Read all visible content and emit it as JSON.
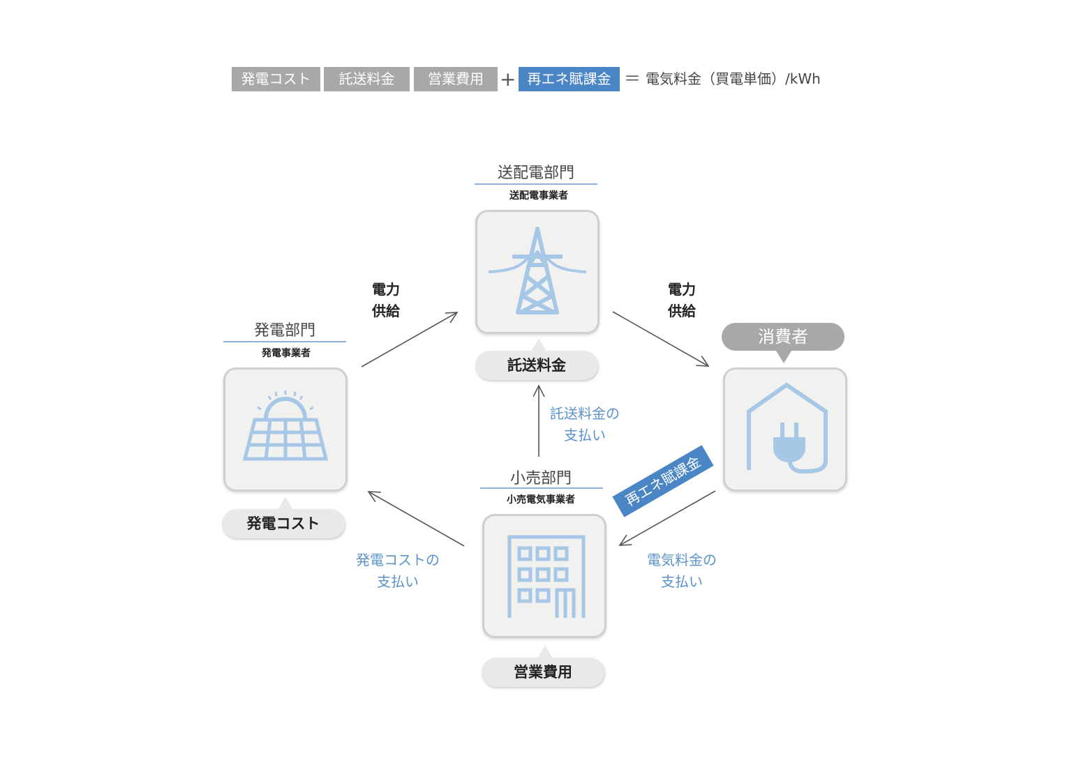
{
  "formula": {
    "terms": [
      "発電コスト",
      "託送料金",
      "営業費用"
    ],
    "plus": "+",
    "surcharge": "再エネ賦課金",
    "equals": "＝",
    "result": "電気料金（買電単価）/kWh"
  },
  "nodes": {
    "transmission": {
      "title": "送配電部門",
      "subtitle": "送配電事業者",
      "cost": "託送料金",
      "icon": "transmission-tower-icon"
    },
    "generation": {
      "title": "発電部門",
      "subtitle": "発電事業者",
      "cost": "発電コスト",
      "icon": "solar-panel-icon"
    },
    "retail": {
      "title": "小売部門",
      "subtitle": "小売電気事業者",
      "cost": "営業費用",
      "icon": "building-icon"
    },
    "consumer": {
      "title": "消費者",
      "icon": "house-plug-icon"
    }
  },
  "flows": {
    "supply_left": [
      "電力",
      "供給"
    ],
    "supply_right": [
      "電力",
      "供給"
    ],
    "pay_transmission": [
      "託送料金の",
      "支払い"
    ],
    "pay_generation": [
      "発電コストの",
      "支払い"
    ],
    "pay_electricity": [
      "電気料金の",
      "支払い"
    ],
    "surcharge_label": "再エネ賦課金"
  },
  "colors": {
    "accent": "#4a86c5",
    "gray_tag": "#a8a8a8",
    "icon": "#a7c7e7",
    "flow_text": "#5b93cc"
  }
}
